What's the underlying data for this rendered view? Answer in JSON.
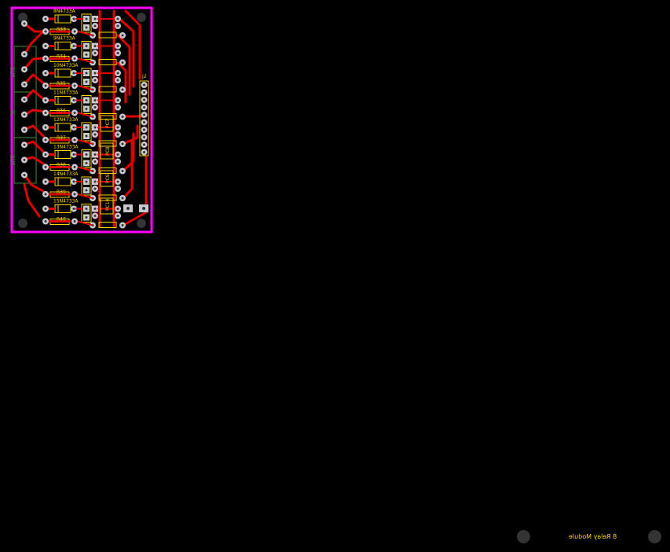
{
  "board": {
    "bottom_title": "8 Relay Module",
    "colors": {
      "outline": "#ff00ff",
      "copper": "#e00000",
      "silkscreen": "#ffd400",
      "pad": "#c8c8d0",
      "hole": "#333333",
      "connector_outline": "#3a8f3a",
      "background": "#000000"
    },
    "connector_labels": [
      "OUT",
      "IN",
      "OUT"
    ],
    "zener_labels": [
      "8N4733A",
      "9N4733A",
      "10N4733A",
      "11N4733A",
      "12N4733A",
      "13N4733A",
      "14N4733A",
      "15N4733A"
    ],
    "resistor_labels": [
      "R33",
      "R34",
      "R35",
      "R36",
      "R37",
      "R38",
      "R39",
      "R40"
    ],
    "optocoupler_labels": [
      "PC7",
      "PC8",
      "PC9",
      "PC10"
    ],
    "header_label": "J2"
  }
}
